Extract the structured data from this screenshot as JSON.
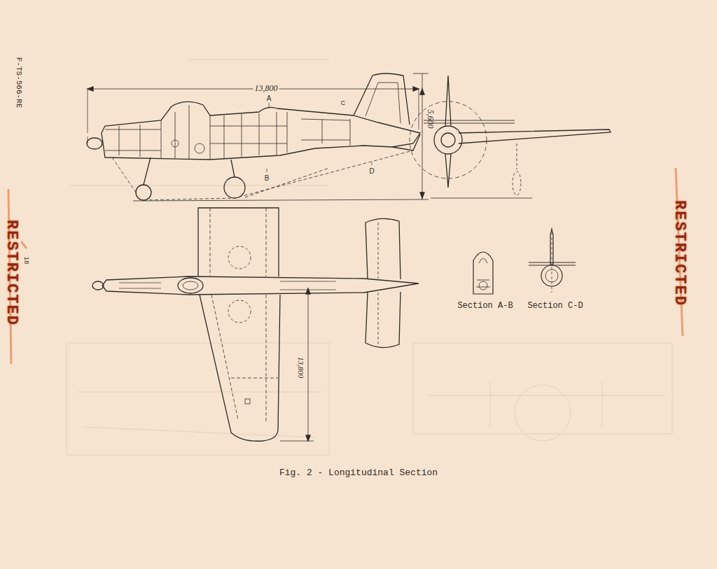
{
  "diagram": {
    "caption": "Fig. 2 - Longitudinal Section",
    "labels": [
      "13,800",
      "A",
      "C",
      "5,600",
      "B",
      "D",
      "13,800",
      "Section A-B",
      "Section C-D",
      "RESTRICTED",
      "RESTRICTED",
      "F-TS-566-RE",
      "18"
    ]
  }
}
